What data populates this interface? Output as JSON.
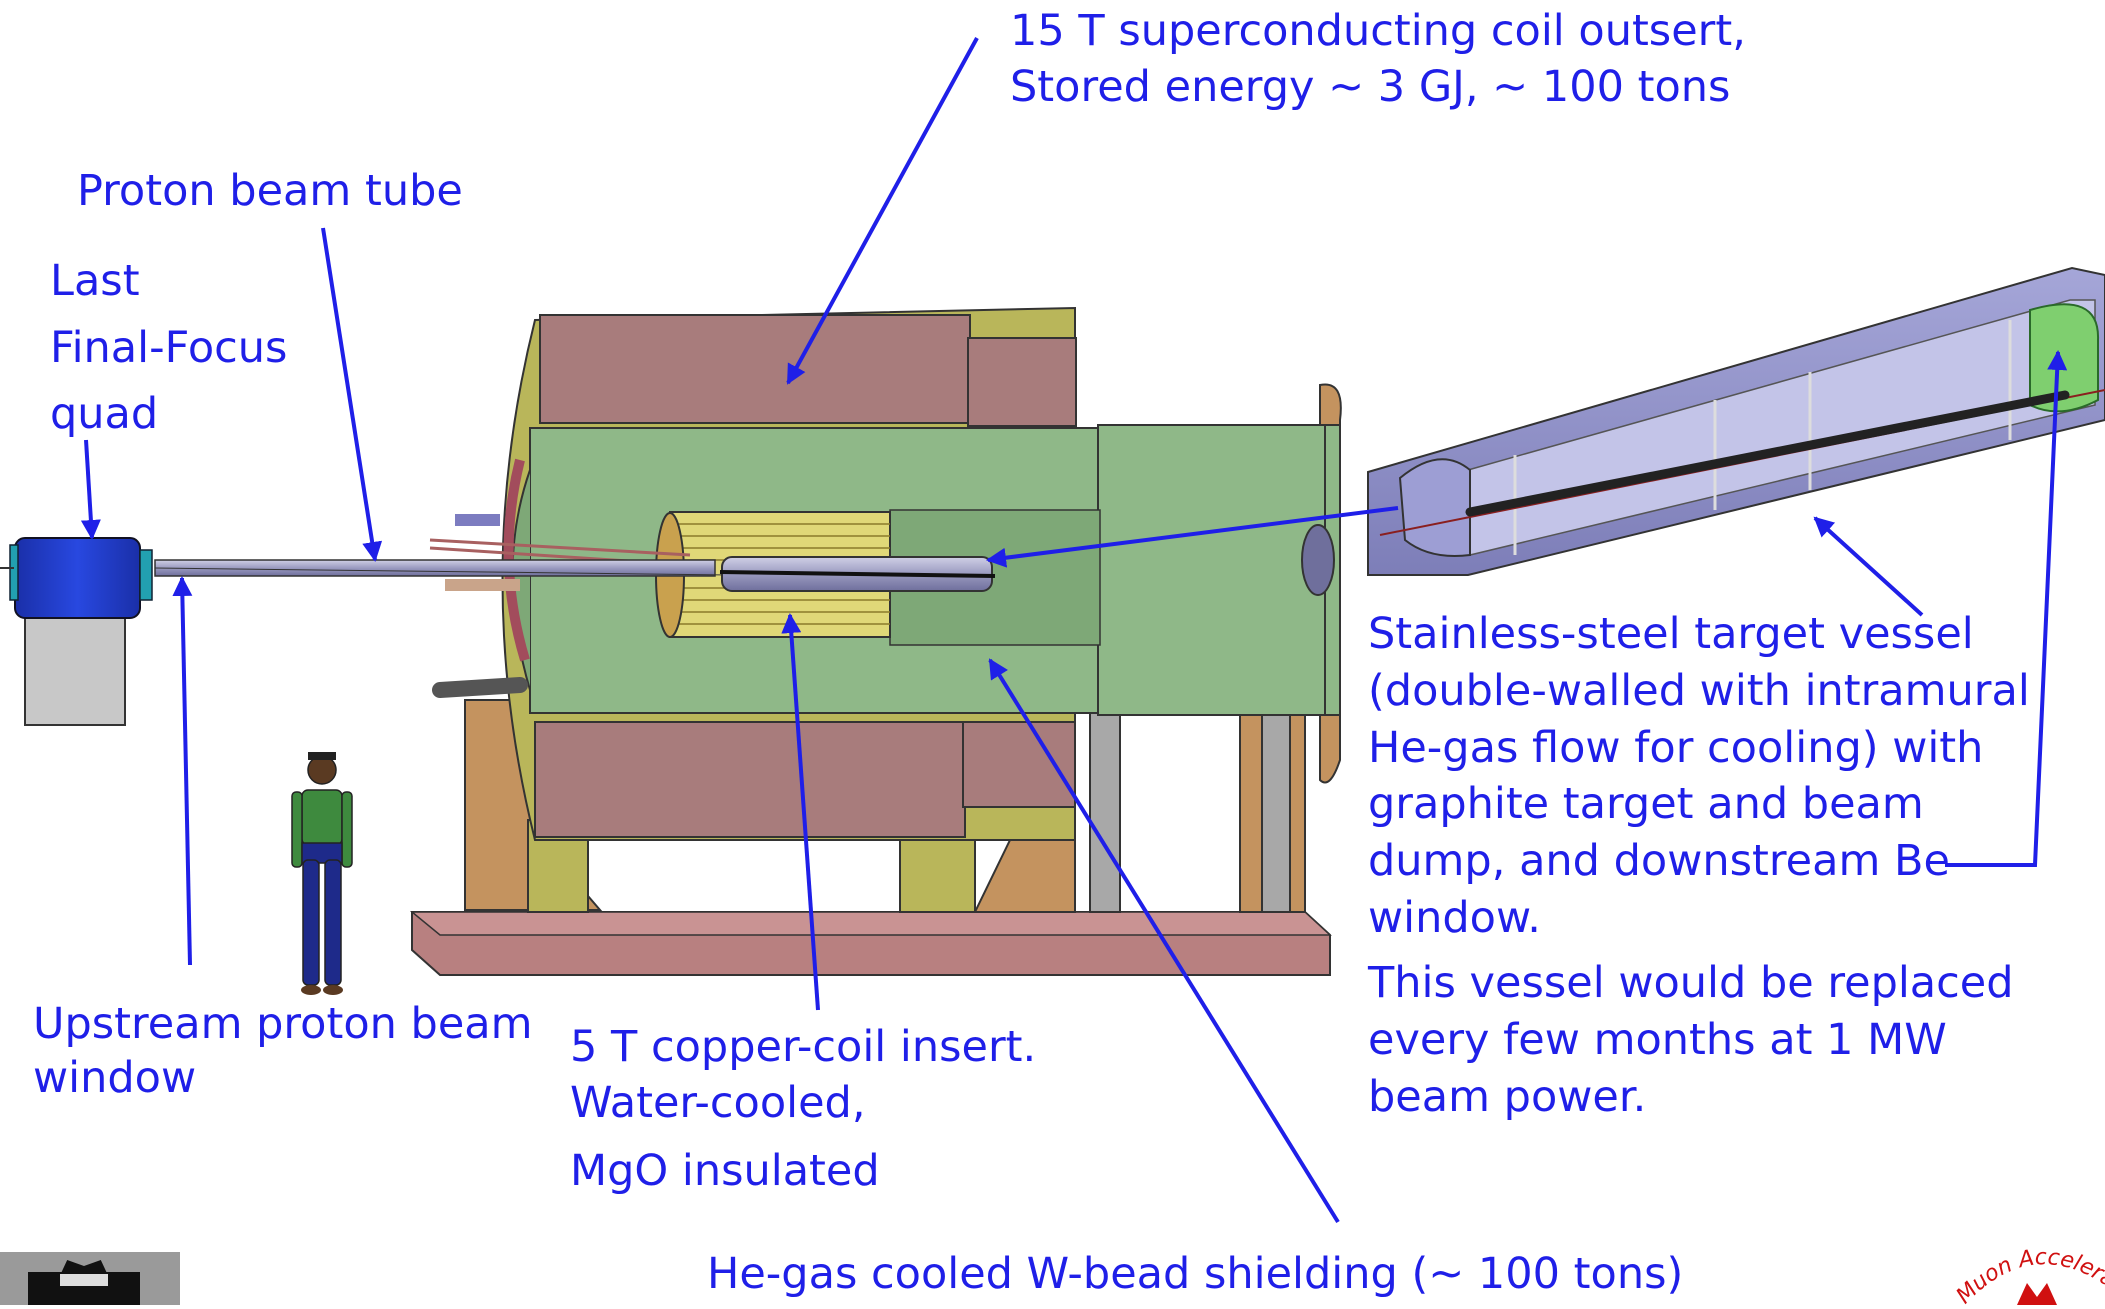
{
  "labels": {
    "outsert": [
      "15 T superconducting coil outsert,",
      "Stored energy ~ 3 GJ,  ~ 100 tons"
    ],
    "beam_tube": "Proton beam tube",
    "quad": [
      "Last",
      "Final-Focus",
      "quad"
    ],
    "upstream_window": [
      "Upstream proton beam",
      "window"
    ],
    "copper_insert": [
      "5 T copper-coil insert.",
      "Water-cooled,",
      "MgO insulated"
    ],
    "vessel": [
      "Stainless-steel target vessel",
      "(double-walled with intramural",
      "He-gas flow for cooling) with",
      "graphite target and beam",
      "dump, and downstream Be",
      "window."
    ],
    "vessel_note": [
      "This vessel would be replaced",
      "every few months  at 1 MW",
      "beam power."
    ],
    "shielding": "He-gas cooled W-bead shielding (~ 100 tons)",
    "corner_logo_text": "Muon Accelerat"
  },
  "colors": {
    "annotation": "#1f1fe8",
    "sc_coil": "#a87c7c",
    "shielding": "#8fb888",
    "cryostat": "#b9b65a",
    "support": "#c4935f",
    "vessel": "#8f90c8",
    "quad": "#1a33c8"
  }
}
